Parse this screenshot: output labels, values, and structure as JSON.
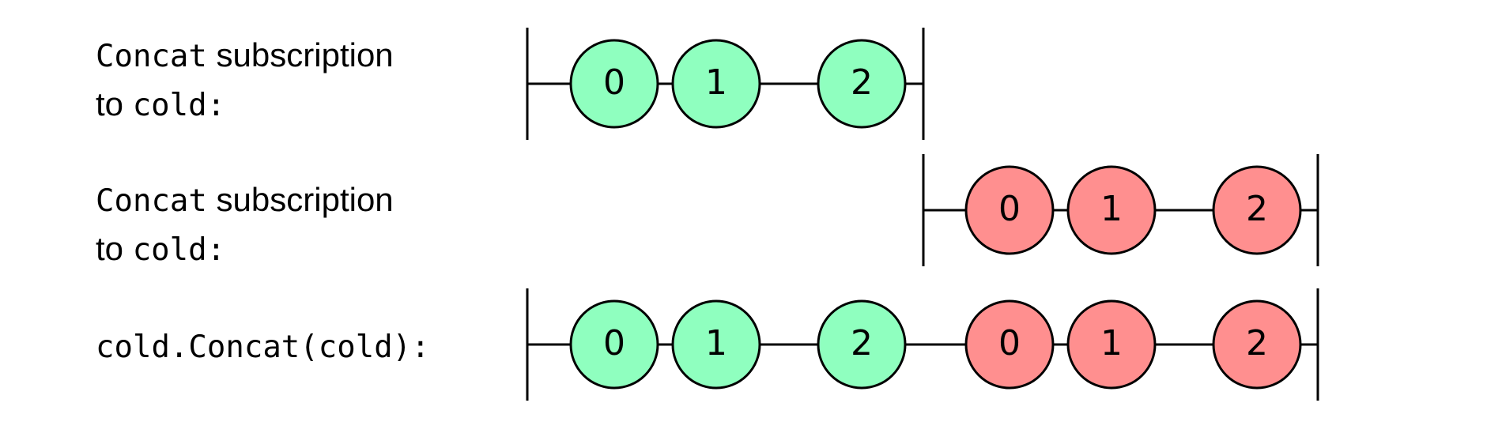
{
  "rows": [
    {
      "label_parts": [
        {
          "text": "Concat",
          "style": "mono"
        },
        {
          "text": " subscription",
          "style": "sans"
        }
      ],
      "label_parts2": [
        {
          "text": "to ",
          "style": "sans"
        },
        {
          "text": "cold:",
          "style": "mono"
        }
      ],
      "marbles": [
        {
          "value": "0",
          "color": "#8fffbf"
        },
        {
          "value": "1",
          "color": "#8fffbf"
        },
        {
          "value": "2",
          "color": "#8fffbf"
        }
      ]
    },
    {
      "label_parts": [
        {
          "text": "Concat",
          "style": "mono"
        },
        {
          "text": " subscription",
          "style": "sans"
        }
      ],
      "label_parts2": [
        {
          "text": "to ",
          "style": "sans"
        },
        {
          "text": "cold:",
          "style": "mono"
        }
      ],
      "marbles": [
        {
          "value": "0",
          "color": "#ff8f8f"
        },
        {
          "value": "1",
          "color": "#ff8f8f"
        },
        {
          "value": "2",
          "color": "#ff8f8f"
        }
      ]
    },
    {
      "label_parts": [
        {
          "text": "cold.Concat(cold):",
          "style": "mono"
        }
      ],
      "marbles": [
        {
          "value": "0",
          "color": "#8fffbf"
        },
        {
          "value": "1",
          "color": "#8fffbf"
        },
        {
          "value": "2",
          "color": "#8fffbf"
        },
        {
          "value": "0",
          "color": "#ff8f8f"
        },
        {
          "value": "1",
          "color": "#ff8f8f"
        },
        {
          "value": "2",
          "color": "#ff8f8f"
        }
      ]
    }
  ],
  "colors": {
    "stroke": "#000000"
  }
}
